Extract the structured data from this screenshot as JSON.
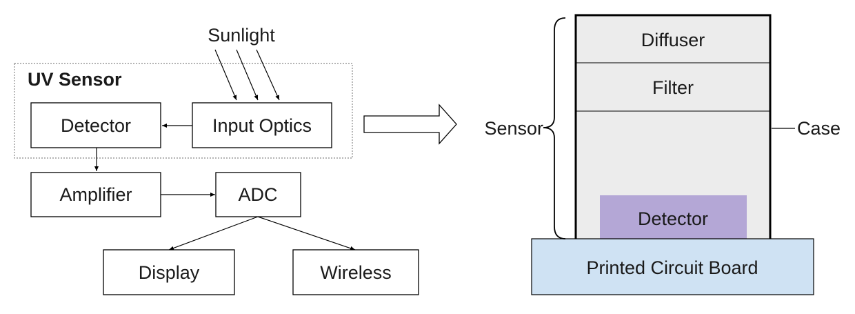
{
  "block_diagram": {
    "group_label": "UV Sensor",
    "input_label": "Sunlight",
    "blocks": {
      "detector": "Detector",
      "input_optics": "Input Optics",
      "amplifier": "Amplifier",
      "adc": "ADC",
      "display": "Display",
      "wireless": "Wireless"
    }
  },
  "cross_section": {
    "layers": {
      "diffuser": "Diffuser",
      "filter": "Filter",
      "detector": "Detector",
      "pcb": "Printed Circuit Board"
    },
    "labels": {
      "sensor": "Sensor",
      "case": "Case"
    }
  },
  "colors": {
    "case_fill": "#ececec",
    "detector_fill": "#b4a7d6",
    "pcb_fill": "#cfe2f3",
    "line": "#000000"
  }
}
